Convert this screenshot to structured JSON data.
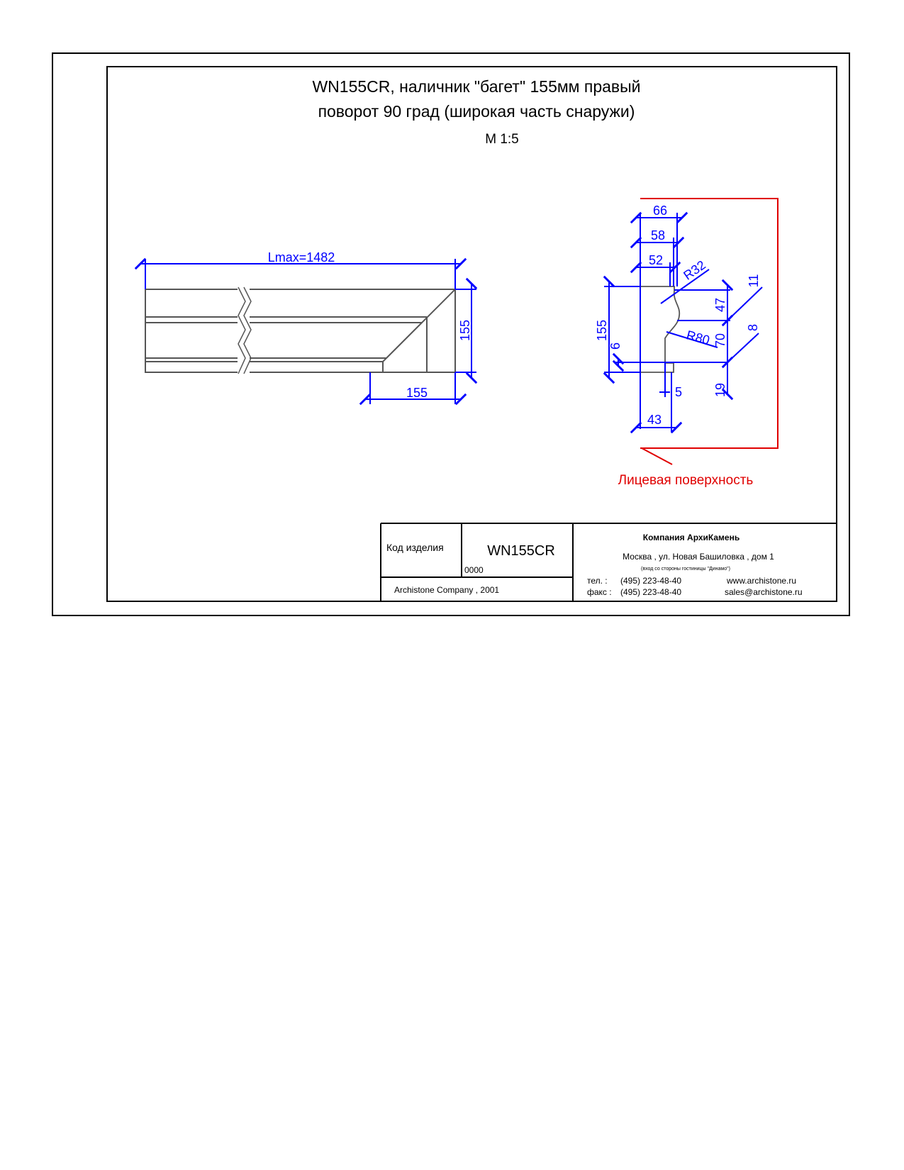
{
  "title": {
    "line1": "WN155CR, наличник \"багет\" 155мм правый",
    "line2": "поворот 90 град (широкая часть снаружи)"
  },
  "scale": "М 1:5",
  "elevation": {
    "length_label": "Lmax=1482",
    "height_label": "155",
    "width_label": "155"
  },
  "profile": {
    "dims": [
      "66",
      "58",
      "52",
      "R32",
      "11",
      "47",
      "155",
      "6",
      "R80",
      "70",
      "8",
      "5",
      "19",
      "43"
    ],
    "face_label": "Лицевая поверхность"
  },
  "title_block": {
    "code_label": "Код изделия",
    "code_value": "WN155CR",
    "code_sub": "0000",
    "copyright": "Archistone  Company ,  2001",
    "company": "Компания  АрхиКамень",
    "address": "Москва , ул. Новая Башиловка , дом 1",
    "address_note": "(вход со стороны гостиницы \"Динамо\")",
    "tel_label": "тел.   :",
    "tel_value": "(495) 223-48-40",
    "fax_label": "факс :",
    "fax_value": "(495) 223-48-40",
    "website": "www.archistone.ru",
    "email": "sales@archistone.ru"
  },
  "colors": {
    "dimension": "#0000ff",
    "face": "#e00000",
    "outline": "#000000",
    "part": "#555555"
  }
}
